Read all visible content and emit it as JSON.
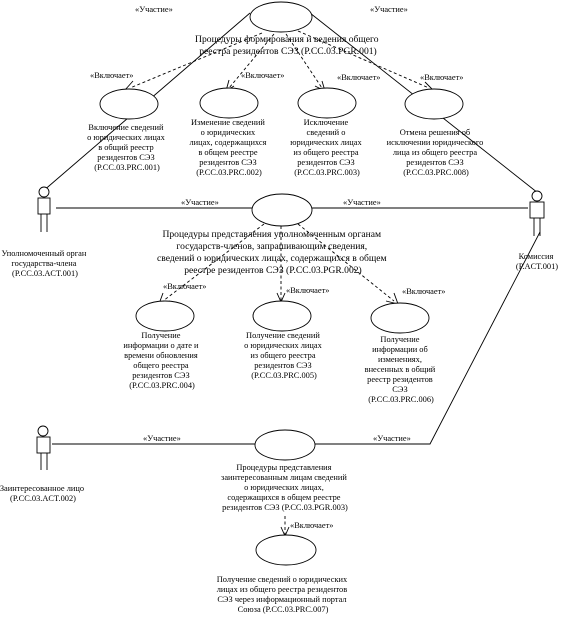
{
  "procedures": {
    "pgr001": {
      "lines": [
        "Процедуры формирования и ведения общего",
        "реестра резидентов СЭЗ (P.CC.03.PGR.001)"
      ]
    },
    "pgr002": {
      "lines": [
        "Процедуры представления уполномоченным органам",
        "государств-членов, запрашивающим сведения,",
        "сведений о юридических лицах, содержащихся в общем",
        "реестре резидентов СЭЗ (P.CC.03.PGR.002)"
      ]
    },
    "pgr003": {
      "lines": [
        "Процедуры представления",
        "заинтересованным лицам сведений",
        "о юридических лицах,",
        "содержащихся в общем реестре",
        "резидентов СЭЗ (P.CC.03.PGR.003)"
      ]
    }
  },
  "use_cases": {
    "prc001": {
      "lines": [
        "Включение сведений",
        "о юридических лицах",
        "в общий реестр",
        "резидентов СЭЗ",
        "(P.CC.03.PRC.001)"
      ]
    },
    "prc002": {
      "lines": [
        "Изменение сведений",
        "о юридических",
        "лицах, содержащихся",
        "в общем реестре",
        "резидентов СЭЗ",
        "(P.CC.03.PRC.002)"
      ]
    },
    "prc003": {
      "lines": [
        "Исключение",
        "сведений о",
        "юридических лицах",
        "из общего реестра",
        "резидентов СЭЗ",
        "(P.CC.03.PRC.003)"
      ]
    },
    "prc008": {
      "lines": [
        "Отмена решения об",
        "исключении юридического",
        "лица из общего реестра",
        "резидентов СЭЗ",
        "(P.CC.03.PRC.008)"
      ]
    },
    "prc004": {
      "lines": [
        "Получение",
        "информации о дате и",
        "времени обновления",
        "общего реестра",
        "резидентов СЭЗ",
        "(P.CC.03.PRC.004)"
      ]
    },
    "prc005": {
      "lines": [
        "Получение сведений",
        "о юридических лицах",
        "из общего реестра",
        "резидентов СЭЗ",
        "(P.CC.03.PRC.005)"
      ]
    },
    "prc006": {
      "lines": [
        "Получение",
        "информации об",
        "изменениях,",
        "внесенных в общий",
        "реестр резидентов",
        "СЭЗ",
        "(P.CC.03.PRC.006)"
      ]
    },
    "prc007": {
      "lines": [
        "Получение сведений о юридических",
        "лицах из общего реестра резидентов",
        "СЭЗ через информационный портал",
        "Союза (P.CC.03.PRC.007)"
      ]
    }
  },
  "actors": {
    "act001": {
      "lines": [
        "Уполномоченный орган",
        "государства-члена",
        "(P.CC.03.ACT.001)"
      ]
    },
    "commission": {
      "lines": [
        "Комиссия",
        "(P.ACT.001)"
      ]
    },
    "act002": {
      "lines": [
        "Заинтересованное лицо",
        "(P.CC.03.ACT.002)"
      ]
    }
  },
  "relations": {
    "participation": "«Участие»",
    "includes": "«Включает»"
  }
}
